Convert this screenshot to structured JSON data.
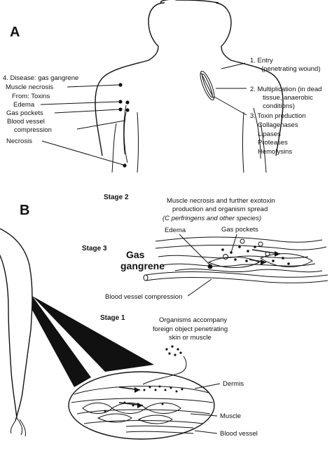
{
  "panel_a": {
    "letter": "A",
    "right_labels": [
      "1. Entry",
      "(penetrating wound)",
      "2. Multiplication (in dead",
      "tissue, anaerobic",
      "conditions)",
      "3. Toxin production",
      "Collagenases",
      "Lipases",
      "Proteases",
      "Hemolysins"
    ],
    "left_labels": [
      "4. Disease: gas gangrene",
      "Muscle necrosis",
      "From: Toxins",
      "Edema",
      "Gas pockets",
      "Blood vessel",
      "compression",
      "Necrosis"
    ]
  },
  "panel_b": {
    "letter": "B",
    "stage2": "Stage 2",
    "stage2_text": [
      "Muscle necrosis and further exotoxin",
      "production and organism spread",
      "(C perfringens and other species)"
    ],
    "stage3": "Stage 3",
    "gas_gangrene": [
      "Gas",
      "gangrene"
    ],
    "edema": "Edema",
    "gas_pockets": "Gas pockets",
    "blood_vessel_compression": "Blood vessel compression",
    "stage1": "Stage 1",
    "stage1_text": [
      "Organisms accompany",
      "foreign object penetrating",
      "skin or muscle"
    ],
    "dermis": "Dermis",
    "muscle": "Muscle",
    "blood_vessel": "Blood vessel"
  }
}
